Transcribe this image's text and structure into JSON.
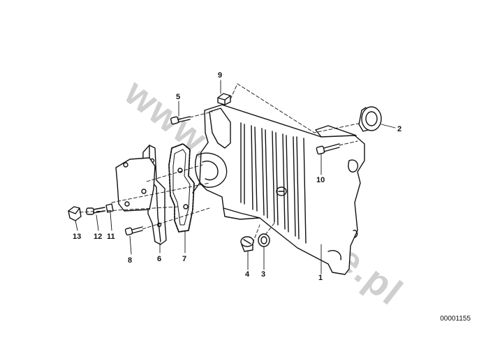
{
  "watermark": "www.bmwstore.pl",
  "diagram_id": "00001155",
  "callouts": {
    "c1": "1",
    "c2": "2",
    "c3": "3",
    "c4": "4",
    "c5": "5",
    "c6": "6",
    "c7": "7",
    "c8": "8",
    "c9": "9",
    "c10": "10",
    "c11": "11",
    "c12": "12",
    "c13": "13"
  },
  "colors": {
    "line": "#111111",
    "watermark": "#c7c7c7",
    "background": "#ffffff"
  }
}
